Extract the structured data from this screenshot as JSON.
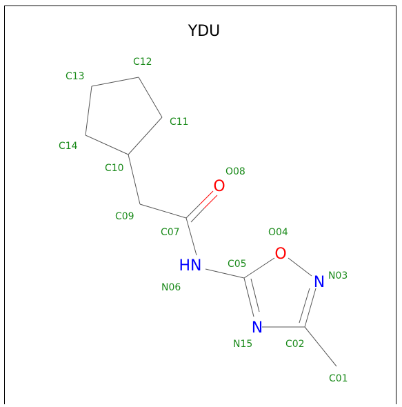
{
  "title": "YDU",
  "colors": {
    "bond": "#555555",
    "carbon_label": "#1a8a1a",
    "oxygen": "#ff0000",
    "nitrogen": "#0000ff",
    "frame": "#000000",
    "title": "#000000"
  },
  "atom_labels": {
    "C01": "C01",
    "C02": "C02",
    "N03": "N03",
    "O04": "O04",
    "C05": "C05",
    "N06": "N06",
    "C07": "C07",
    "O08": "O08",
    "C09": "C09",
    "C10": "C10",
    "C11": "C11",
    "C12": "C12",
    "C13": "C13",
    "C14": "C14",
    "N15": "N15"
  },
  "element_symbols": {
    "O08": "O",
    "O04": "O",
    "N03": "N",
    "N15": "N",
    "N06": "HN"
  }
}
